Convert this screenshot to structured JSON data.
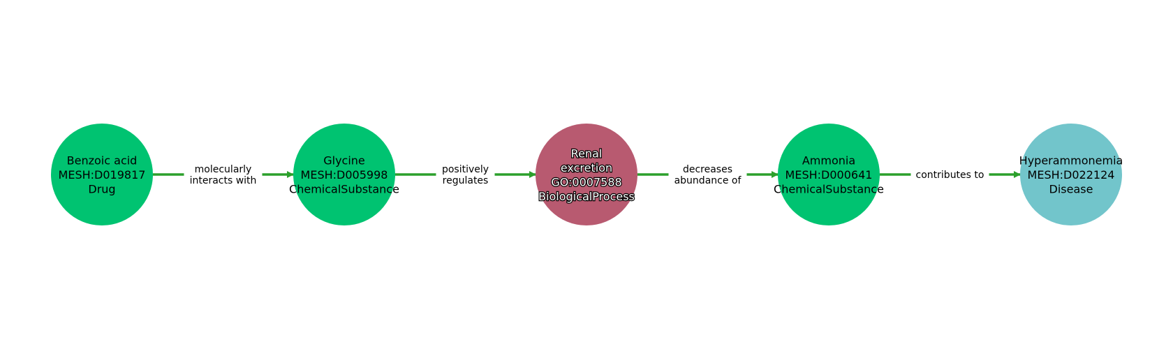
{
  "colors": {
    "edge": "#2ca02c",
    "drug": "#00c371",
    "chemical": "#00c371",
    "process": "#b85a70",
    "disease": "#72c5cb"
  },
  "nodes": [
    {
      "id": "benzoic-acid",
      "lines": [
        "Benzoic acid",
        "MESH:D019817",
        "Drug"
      ],
      "color": "#00c371",
      "light_text": false
    },
    {
      "id": "glycine",
      "lines": [
        "Glycine",
        "MESH:D005998",
        "ChemicalSubstance"
      ],
      "color": "#00c371",
      "light_text": false
    },
    {
      "id": "renal-excretion",
      "lines": [
        "Renal",
        "excretion",
        "GO:0007588",
        "BiologicalProcess"
      ],
      "color": "#b85a70",
      "light_text": true
    },
    {
      "id": "ammonia",
      "lines": [
        "Ammonia",
        "MESH:D000641",
        "ChemicalSubstance"
      ],
      "color": "#00c371",
      "light_text": false
    },
    {
      "id": "hyperammonemia",
      "lines": [
        "Hyperammonemia",
        "MESH:D022124",
        "Disease"
      ],
      "color": "#72c5cb",
      "light_text": false
    }
  ],
  "edges": [
    {
      "from": 0,
      "to": 1,
      "label": [
        "molecularly",
        "interacts with"
      ]
    },
    {
      "from": 1,
      "to": 2,
      "label": [
        "positively",
        "regulates"
      ]
    },
    {
      "from": 2,
      "to": 3,
      "label": [
        "decreases",
        "abundance of"
      ]
    },
    {
      "from": 3,
      "to": 4,
      "label": [
        "contributes to"
      ]
    }
  ]
}
